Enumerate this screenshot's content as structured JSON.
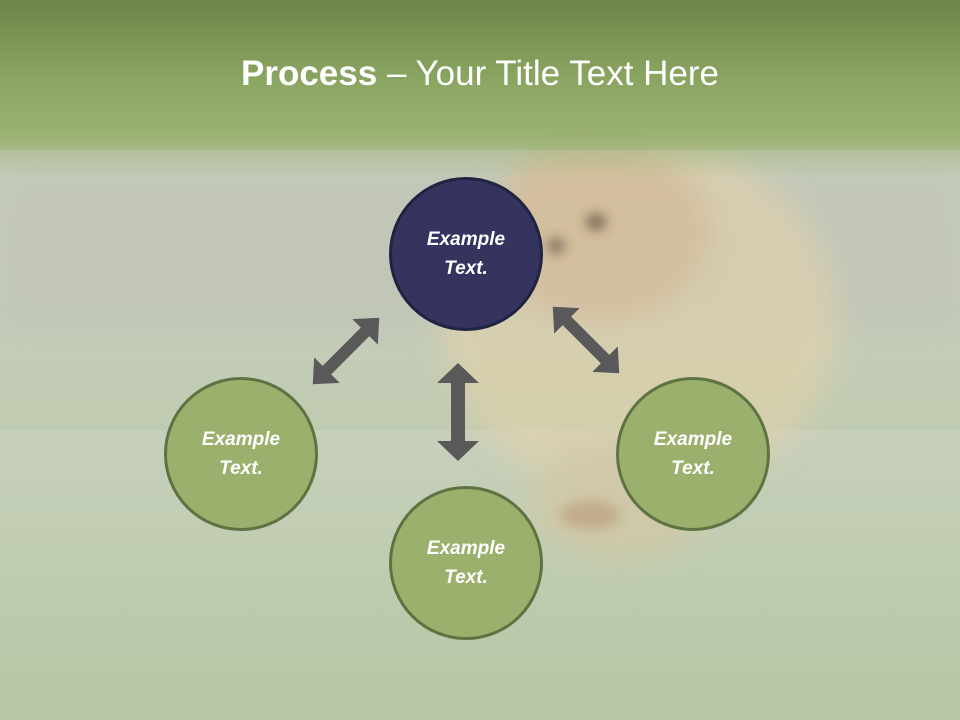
{
  "slide": {
    "title_bold": "Process",
    "title_rest": " – Your Title Text Here"
  },
  "nodes": [
    {
      "id": "top",
      "label": "Example\nText.",
      "fill": "#35345f"
    },
    {
      "id": "left",
      "label": "Example\nText.",
      "fill": "#9cb06d"
    },
    {
      "id": "bottom",
      "label": "Example\nText.",
      "fill": "#9cb06d"
    },
    {
      "id": "right",
      "label": "Example\nText.",
      "fill": "#9cb06d"
    }
  ],
  "colors": {
    "header_band": "#7b9651",
    "accent_dark": "#35345f",
    "node_green": "#9cb06d",
    "node_border": "#5f7342",
    "arrow": "#595959"
  },
  "background": {
    "image": "pomeranian puppy running on grass"
  }
}
